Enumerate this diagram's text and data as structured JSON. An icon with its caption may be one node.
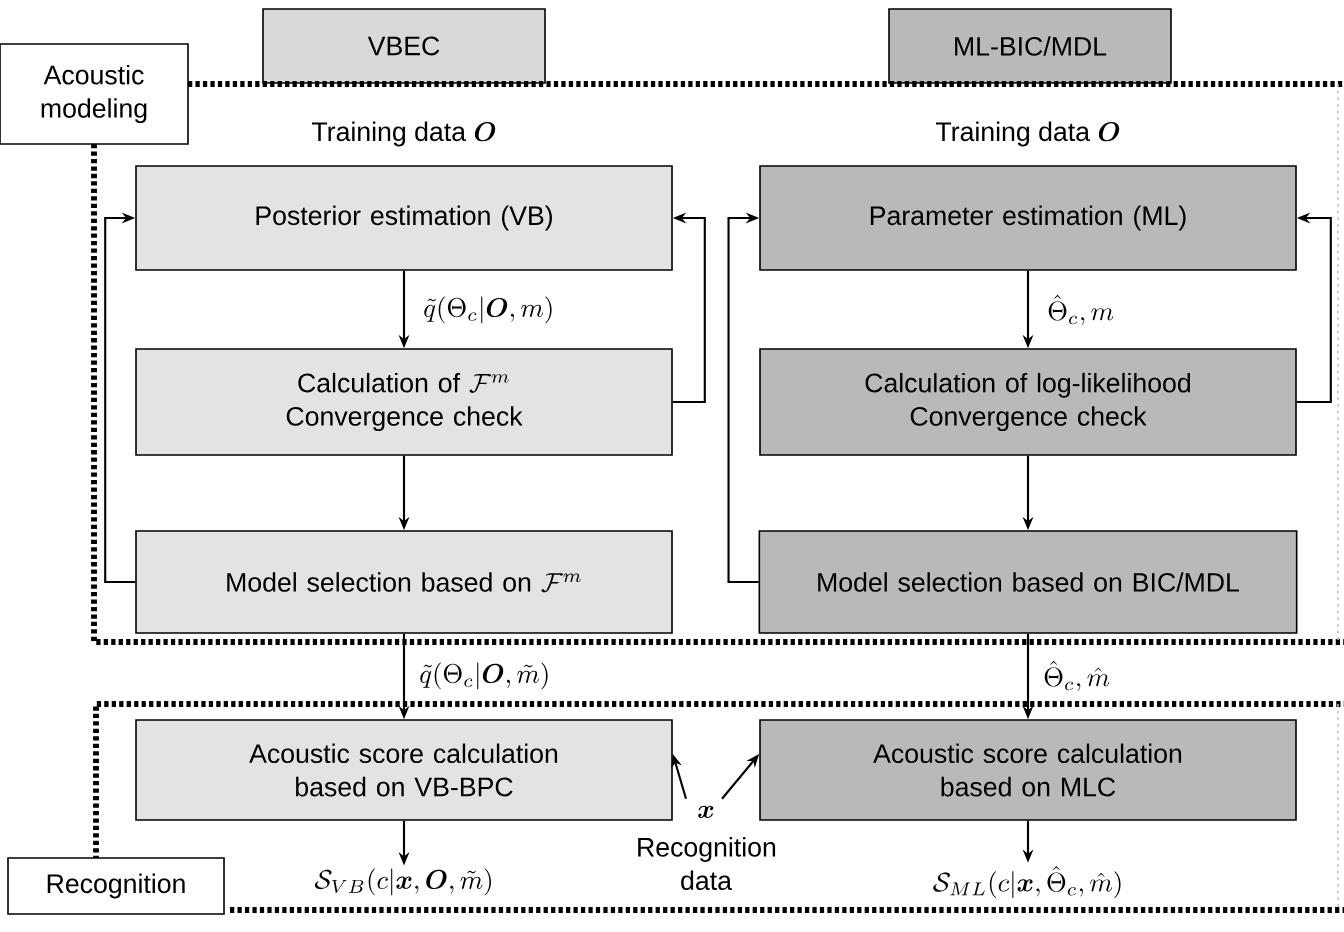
{
  "diagram": {
    "nodes": [
      {
        "text": [
          "VBEC"
        ]
      },
      {
        "text": [
          "ML-BIC/MDL"
        ]
      },
      {
        "text": [
          "Acoustic modeling"
        ]
      },
      {
        "text": [
          "Posterior estimation (VB)"
        ],
        "in": 2,
        "beside": [
          "Training data",
          "\\bm{O}"
        ]
      },
      {
        "text": [
          "Calculation of",
          "\\mathcal{F}^m",
          "Convergence check"
        ],
        "in": 2
      },
      {
        "text": [
          "Model selection based on",
          "\\mathcal{F}^m"
        ],
        "in": 2
      },
      {
        "text": [
          "Parameter estimation (ML)"
        ],
        "in": 2,
        "beside": [
          "Training data",
          "\\bm{O}"
        ]
      },
      {
        "text": [
          "Calculation of log-likelihood Convergence check"
        ],
        "in": 2
      },
      {
        "text": [
          "Model selection based on BIC/MDL"
        ],
        "in": 2
      },
      {
        "text": [
          "Recognition"
        ]
      },
      {
        "text": [
          "Acoustic score calculation based on VB-BPC"
        ],
        "in": 9
      },
      {
        "text": [
          "Acoustic score calculation based on MLC"
        ],
        "in": 9
      },
      {
        "text": [
          "\\mathcal{S}_{VB}(c|\\bm{x},\\bm{O},\\tilde{m})"
        ],
        "in": 9
      },
      {
        "text": [
          "\\mathcal{S}_{ML}(c|\\bm{x},\\hat{\\Theta}_c,\\hat{m})"
        ],
        "in": 9
      },
      {
        "text": [
          "\\bm{x}",
          "Recognition data"
        ],
        "in": 9
      }
    ],
    "edges": [
      {
        "from": 3,
        "to": 4,
        "arrow": "to",
        "label": "\\tilde{q}(\\Theta_c|\\bm{O},m)"
      },
      {
        "from": 4,
        "to": 3,
        "arrow": "to"
      },
      {
        "from": 4,
        "to": 5,
        "arrow": "to"
      },
      {
        "from": 5,
        "to": 3,
        "arrow": "to"
      },
      {
        "from": 5,
        "to": 10,
        "arrow": "to",
        "label": "\\tilde{q}(\\Theta_c|\\bm{O},\\tilde{m})"
      },
      {
        "from": 6,
        "to": 7,
        "arrow": "to",
        "label": "\\hat{\\Theta}_c,m"
      },
      {
        "from": 7,
        "to": 6,
        "arrow": "to"
      },
      {
        "from": 7,
        "to": 8,
        "arrow": "to"
      },
      {
        "from": 8,
        "to": 6,
        "arrow": "to"
      },
      {
        "from": 8,
        "to": 11,
        "arrow": "to",
        "label": "\\hat{\\Theta}_c,\\hat{m}"
      },
      {
        "from": 10,
        "to": 12,
        "arrow": "to"
      },
      {
        "from": 11,
        "to": 13,
        "arrow": "to"
      },
      {
        "from": 14,
        "to": 10,
        "arrow": "to"
      },
      {
        "from": 14,
        "to": 11,
        "arrow": "to"
      }
    ]
  }
}
